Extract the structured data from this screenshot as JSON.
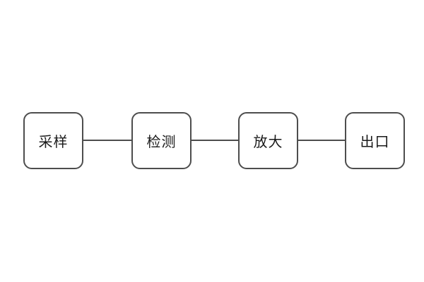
{
  "diagram": {
    "type": "flow",
    "direction": "horizontal",
    "nodes": [
      {
        "id": "sampling",
        "label": "采样"
      },
      {
        "id": "detection",
        "label": "检测"
      },
      {
        "id": "amplification",
        "label": "放大"
      },
      {
        "id": "outlet",
        "label": "出口"
      }
    ],
    "connections": [
      {
        "from": "sampling",
        "to": "detection"
      },
      {
        "from": "detection",
        "to": "amplification"
      },
      {
        "from": "amplification",
        "to": "outlet"
      }
    ],
    "colors": {
      "background": "#ffffff",
      "node_fill": "#ffffff",
      "node_border": "#4d4d4d",
      "connector": "#4d4d4d",
      "text": "#1a1a1a"
    }
  }
}
